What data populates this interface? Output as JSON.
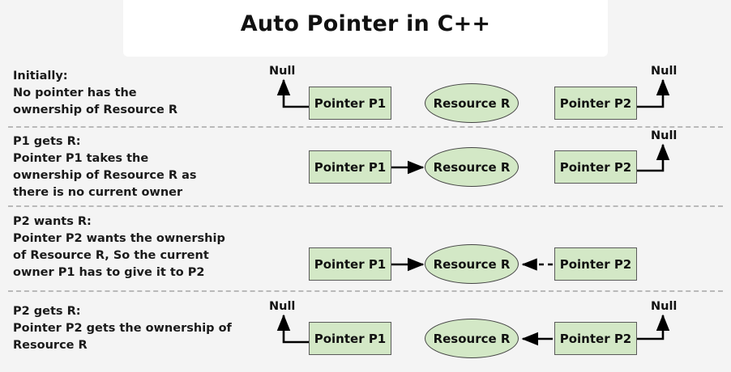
{
  "page": {
    "background_color": "#f4f4f4",
    "title_card_color": "#ffffff",
    "node_fill_color": "#d3e8c6",
    "node_stroke_color": "#5a5a5a",
    "separator_color": "#b9b9b9"
  },
  "header": {
    "title": "Auto Pointer in C++"
  },
  "labels": {
    "null": "Null",
    "pointer_p1": "Pointer P1",
    "pointer_p2": "Pointer P2",
    "resource_r": "Resource R"
  },
  "rows": [
    {
      "id": "initially",
      "heading": "Initially:",
      "lines": [
        "Initially:",
        "No pointer has the",
        "ownership of Resource R"
      ],
      "diagram": {
        "p1_target": "Null",
        "p2_target": "Null",
        "resource_owner": "none",
        "p1_arrow_style": "solid",
        "p2_arrow_style": "solid"
      }
    },
    {
      "id": "p1-gets-r",
      "heading": "P1 gets R:",
      "lines": [
        "P1 gets R:",
        "Pointer P1 takes the",
        "ownership of Resource R as",
        "there is no current owner"
      ],
      "diagram": {
        "p1_target": "Resource R",
        "p2_target": "Null",
        "resource_owner": "P1",
        "p1_arrow_style": "solid",
        "p2_arrow_style": "solid"
      }
    },
    {
      "id": "p2-wants-r",
      "heading": "P2 wants R:",
      "lines": [
        "P2 wants R:",
        "Pointer P2 wants the ownership",
        "of Resource R, So the current",
        "owner P1 has to give it to P2"
      ],
      "diagram": {
        "p1_target": "Resource R",
        "p2_target": "Resource R",
        "resource_owner": "P1",
        "p1_arrow_style": "solid",
        "p2_arrow_style": "dashed"
      }
    },
    {
      "id": "p2-gets-r",
      "heading": "P2 gets R:",
      "lines": [
        "P2 gets R:",
        "Pointer P2 gets the ownership of",
        "Resource R"
      ],
      "diagram": {
        "p1_target": "Null",
        "p2_target": "Resource R",
        "resource_owner": "P2",
        "p1_arrow_style": "solid",
        "p2_arrow_style": "solid"
      }
    }
  ]
}
